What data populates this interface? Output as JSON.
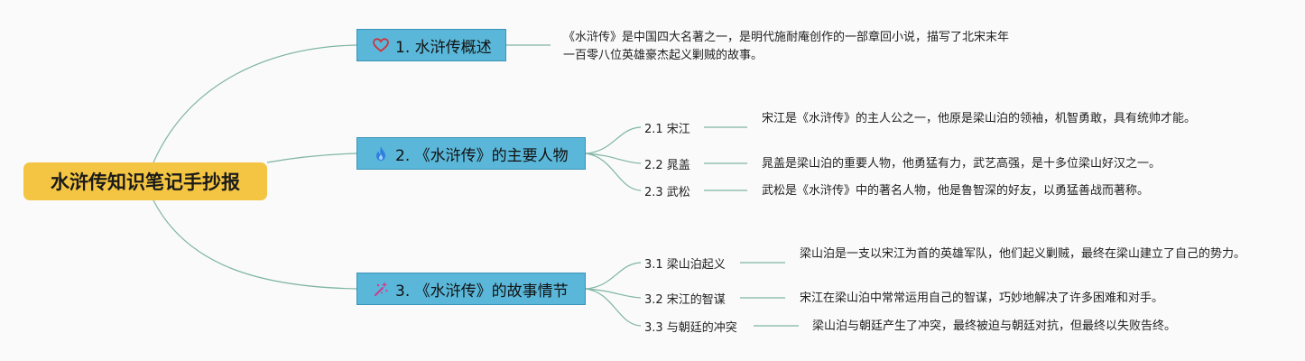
{
  "root": {
    "title": "水浒传知识笔记手抄报"
  },
  "branches": [
    {
      "label": "1. 水浒传概述",
      "icon": "heart-outline-icon",
      "description": "《水浒传》是中国四大名著之一，是明代施耐庵创作的一部章回小说，描写了北宋末年一百零八位英雄豪杰起义剿贼的故事。",
      "children": []
    },
    {
      "label": "2. 《水浒传》的主要人物",
      "icon": "flame-icon",
      "children": [
        {
          "label": "2.1 宋江",
          "description": "宋江是《水浒传》的主人公之一，他原是梁山泊的领袖，机智勇敢，具有统帅才能。"
        },
        {
          "label": "2.2 晁盖",
          "description": "晁盖是梁山泊的重要人物，他勇猛有力，武艺高强，是十多位梁山好汉之一。"
        },
        {
          "label": "2.3 武松",
          "description": "武松是《水浒传》中的著名人物，他是鲁智深的好友，以勇猛善战而著称。"
        }
      ]
    },
    {
      "label": "3. 《水浒传》的故事情节",
      "icon": "sparkle-wand-icon",
      "children": [
        {
          "label": "3.1 梁山泊起义",
          "description": "梁山泊是一支以宋江为首的英雄军队，他们起义剿贼，最终在梁山建立了自己的势力。"
        },
        {
          "label": "3.2 宋江的智谋",
          "description": "宋江在梁山泊中常常运用自己的智谋，巧妙地解决了许多困难和对手。"
        },
        {
          "label": "3.3 与朝廷的冲突",
          "description": "梁山泊与朝廷产生了冲突，最终被迫与朝廷对抗，但最终以失败告终。"
        }
      ]
    }
  ],
  "colors": {
    "root_fill": "#f4c542",
    "branch_fill": "#5ab7d9",
    "branch_border": "#3a93b7",
    "connector": "#7fb5a3",
    "heart_icon": "#d0343c",
    "flame_icon": "#2f7fe0",
    "wand_icon": "#d23a8a"
  }
}
